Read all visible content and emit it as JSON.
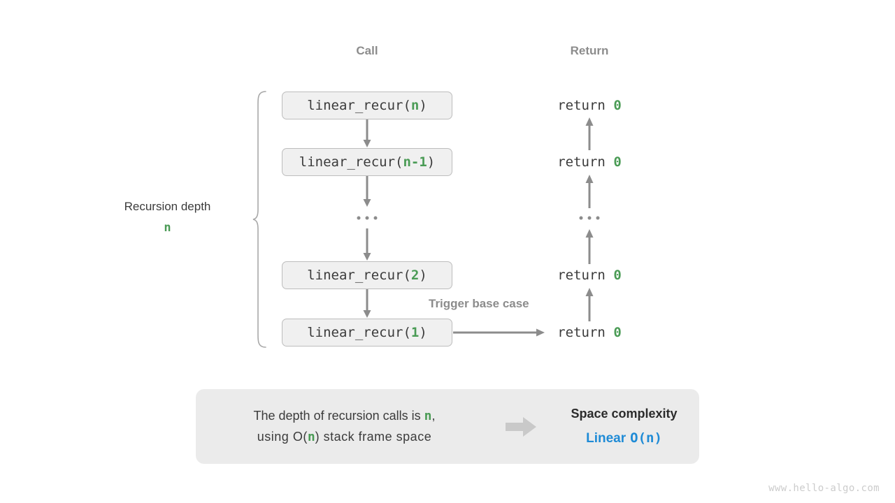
{
  "headers": {
    "call": "Call",
    "return": "Return"
  },
  "call_stack": [
    {
      "prefix": "linear_recur(",
      "arg": "n",
      "suffix": ")"
    },
    {
      "prefix": "linear_recur(",
      "arg": "n-1",
      "suffix": ")"
    },
    {
      "ellipsis": "..."
    },
    {
      "prefix": "linear_recur(",
      "arg": "2",
      "suffix": ")"
    },
    {
      "prefix": "linear_recur(",
      "arg": "1",
      "suffix": ")"
    }
  ],
  "returns": [
    {
      "text": "return ",
      "value": "0"
    },
    {
      "text": "return ",
      "value": "0"
    },
    {
      "ellipsis": "..."
    },
    {
      "text": "return ",
      "value": "0"
    },
    {
      "text": "return ",
      "value": "0"
    }
  ],
  "depth": {
    "label": "Recursion depth",
    "value": "n"
  },
  "trigger_note": "Trigger base case",
  "summary": {
    "line1_a": "The depth of recursion calls is ",
    "line1_n": "n",
    "line1_b": ",",
    "line2_a": "using O(",
    "line2_n": "n",
    "line2_b": ") stack frame space",
    "result_title": "Space complexity",
    "result_name": "Linear",
    "result_notation": "O(n)"
  },
  "watermark": "www.hello-algo.com",
  "colors": {
    "accent_green": "#4a9b55",
    "accent_blue": "#1f8bd6",
    "gray_text": "#8c8c8c",
    "dark_text": "#3b3b3b",
    "box_fill": "#f0f0f0",
    "box_border": "#bdbdbd",
    "panel_fill": "#ebebeb",
    "arrow_gray": "#8c8c8c",
    "block_arrow_gray": "#c9c9c9",
    "watermark_gray": "#cccccc"
  }
}
